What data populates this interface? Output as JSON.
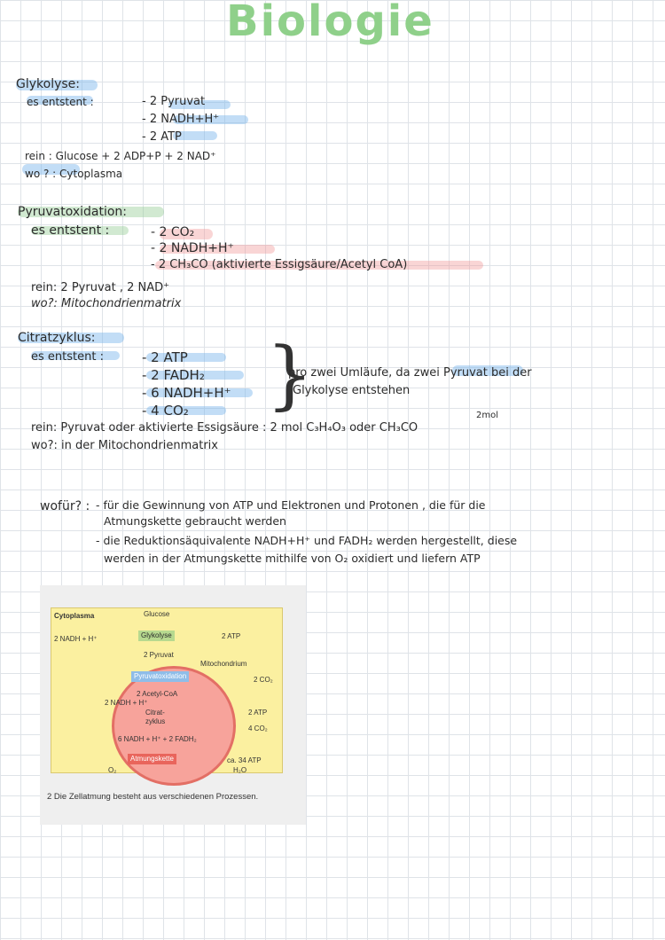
{
  "title": "Biologie",
  "subtitle": "Biologie",
  "glykolyse": {
    "heading": "Glykolyse:",
    "label": "es entstent :",
    "items": [
      "- 2 Pyruvat",
      "- 2 NADH+H⁺",
      "- 2 ATP"
    ],
    "rein": "rein  : Glucose + 2 ADP+P + 2 NAD⁺",
    "wo": "wo ?  : Cytoplasma"
  },
  "pyruvat": {
    "heading": "Pyruvatoxidation:",
    "label": "es entstent :",
    "items": [
      "- 2 CO₂",
      "- 2 NADH+H⁺",
      "- 2 CH₃CO (aktivierte Essigsäure/Acetyl CoA)"
    ],
    "rein": "rein: 2 Pyruvat , 2 NAD⁺",
    "wo": "wo?: Mitochondrienmatrix"
  },
  "citrat": {
    "heading": "Citratzyklus:",
    "label": "es entstent :",
    "items": [
      "- 2 ATP",
      "- 2 FADH₂",
      "- 6 NADH+H⁺",
      "- 4 CO₂"
    ],
    "note_line1": "pro zwei Umläufe, da zwei Pyruvat bei der",
    "note_line2": "Glykolyse entstehen",
    "small_note": "2mol",
    "rein": "rein: Pyruvat oder aktivierte Essigsäure : 2 mol C₃H₄O₃ oder CH₃CO",
    "wo": "wo?: in der Mitochondrienmatrix"
  },
  "wofuer": {
    "label": "wofür? :",
    "line1": "- für die Gewinnung von ATP und Elektronen und Protonen , die für die",
    "line2": "Atmungskette gebraucht werden",
    "line3": "- die Reduktionsäquivalente NADH+H⁺ und FADH₂ werden hergestellt, diese",
    "line4": "werden in der Atmungskette mithilfe von O₂ oxidiert und liefern ATP"
  },
  "figure": {
    "cytoplasma": "Cytoplasma",
    "glucose": "Glucose",
    "nadh_left": "2 NADH + H⁺",
    "glykolyse": "Glykolyse",
    "atp1": "2  ATP",
    "pyruvat": "2 Pyruvat",
    "mitochondrium": "Mitochondrium",
    "pyruvatoxidation": "Pyruvatoxidation",
    "co2_1": "2 CO₂",
    "acetyl": "2 Acetyl-CoA",
    "nadh_mid": "2 NADH + H⁺",
    "citrat": "Citrat-",
    "zyklus": "zyklus",
    "atp2": "2  ATP",
    "co2_2": "4 CO₂",
    "nadh_fadh": "6 NADH + H⁺ + 2 FADH₂",
    "atmungskette": "Atmungskette",
    "o2": "O₂",
    "atp3": "ca. 34   ATP",
    "h2o": "H₂O",
    "caption": "2 Die Zellatmung besteht aus verschiedenen Prozessen."
  }
}
